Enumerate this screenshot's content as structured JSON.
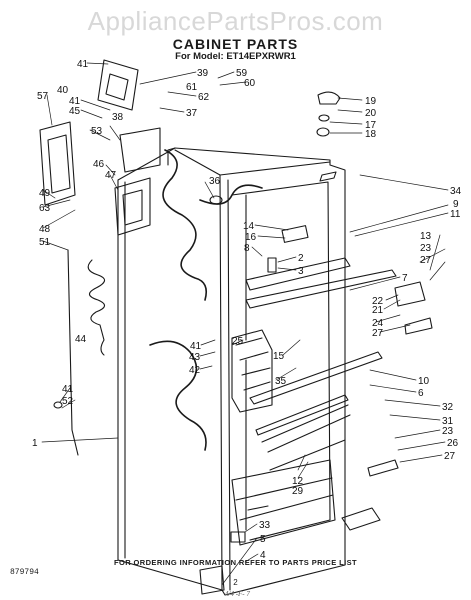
{
  "watermark": "AppliancePartsPros.com",
  "title": "CABINET PARTS",
  "model_line": "For Model: ET14EPXRWR1",
  "footer": "FOR ORDERING INFORMATION REFER TO PARTS PRICE LIST",
  "doc_number": "879794",
  "page_number": "2",
  "revision_mark": "4/4 -F- 7",
  "callouts": {
    "p41a": "41",
    "p39": "39",
    "p59": "59",
    "p61": "61",
    "p60": "60",
    "p62": "62",
    "p57": "57",
    "p40": "40",
    "p41b": "41",
    "p45": "45",
    "p38": "38",
    "p37": "37",
    "p53": "53",
    "p46": "46",
    "p47": "47",
    "p49": "49",
    "p63": "63",
    "p48": "48",
    "p51": "51",
    "p44": "44",
    "p36": "36",
    "p19": "19",
    "p20": "20",
    "p17": "17",
    "p18": "18",
    "p34": "34",
    "p9": "9",
    "p11": "11",
    "p14": "14",
    "p16": "16",
    "p8": "8",
    "p2": "2",
    "p3": "3",
    "p13": "13",
    "p23a": "23",
    "p27a": "27",
    "p7": "7",
    "p22": "22",
    "p21": "21",
    "p24": "24",
    "p27b": "27",
    "p25": "25",
    "p15": "15",
    "p35": "35",
    "p10": "10",
    "p6": "6",
    "p41c": "41",
    "p43": "43",
    "p42": "42",
    "p41d": "41",
    "p52": "52",
    "p1": "1",
    "p32": "32",
    "p31": "31",
    "p23b": "23",
    "p26": "26",
    "p27c": "27",
    "p12": "12",
    "p29": "29",
    "p33": "33",
    "p5": "5",
    "p4": "4"
  }
}
